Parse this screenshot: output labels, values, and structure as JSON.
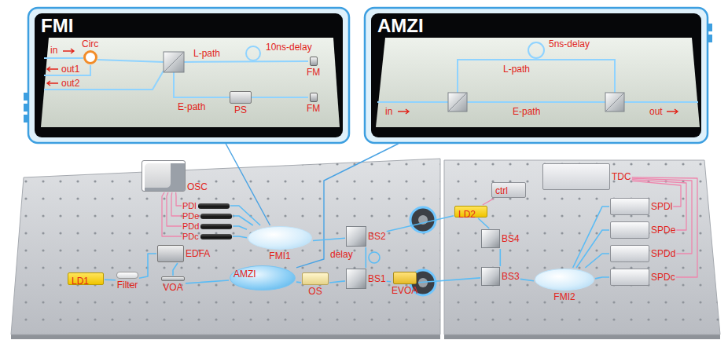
{
  "diagram": {
    "nodes": [
      {
        "text": [
          "FMI"
        ]
      },
      {
        "text": [
          "Circ"
        ],
        "in": 0
      },
      {
        "text": [
          "FM"
        ],
        "in": 0
      },
      {
        "text": [
          "PS"
        ],
        "in": 0
      },
      {
        "text": [
          "FM"
        ],
        "in": 0
      },
      {
        "text": [
          "AMZI"
        ]
      },
      {
        "text": [
          "OSC"
        ]
      },
      {
        "text": [
          "PDl"
        ]
      },
      {
        "text": [
          "PDe"
        ]
      },
      {
        "text": [
          "PDd"
        ]
      },
      {
        "text": [
          "PDc"
        ]
      },
      {
        "text": [
          "EDFA"
        ]
      },
      {
        "text": [
          "FMI1"
        ]
      },
      {
        "text": [
          "BS2"
        ]
      },
      {
        "text": [
          "LD1"
        ]
      },
      {
        "text": [
          "Filter"
        ]
      },
      {
        "text": [
          "VOA"
        ]
      },
      {
        "text": [
          "AMZI"
        ]
      },
      {
        "text": [
          "OS"
        ]
      },
      {
        "text": [
          "BS1"
        ]
      },
      {
        "text": [
          "EVOA"
        ]
      },
      {
        "text": [
          "LD2"
        ]
      },
      {
        "text": [
          "ctrl"
        ]
      },
      {
        "text": [
          "TDC"
        ]
      },
      {
        "text": [
          "BS4"
        ]
      },
      {
        "text": [
          "BS3"
        ]
      },
      {
        "text": [
          "FMI2"
        ]
      },
      {
        "text": [
          "SPDl"
        ]
      },
      {
        "text": [
          "SPDe"
        ]
      },
      {
        "text": [
          "SPDd"
        ]
      },
      {
        "text": [
          "SPDc"
        ]
      }
    ],
    "edges": [
      {
        "from": 12,
        "to": 0,
        "arrow": "none"
      },
      {
        "from": 17,
        "to": 5,
        "arrow": "none"
      },
      {
        "from": 14,
        "to": 15,
        "arrow": "none"
      },
      {
        "from": 15,
        "to": 11,
        "arrow": "none"
      },
      {
        "from": 11,
        "to": 16,
        "arrow": "none"
      },
      {
        "from": 16,
        "to": 17,
        "arrow": "none"
      },
      {
        "from": 17,
        "to": 18,
        "arrow": "none"
      },
      {
        "from": 18,
        "to": 19,
        "arrow": "none"
      },
      {
        "from": 19,
        "to": 20,
        "arrow": "none"
      },
      {
        "from": 19,
        "to": 13,
        "arrow": "none"
      },
      {
        "from": 13,
        "to": 12,
        "arrow": "none"
      },
      {
        "from": 12,
        "to": 7,
        "arrow": "none"
      },
      {
        "from": 12,
        "to": 8,
        "arrow": "none"
      },
      {
        "from": 12,
        "to": 9,
        "arrow": "none"
      },
      {
        "from": 12,
        "to": 10,
        "arrow": "none"
      },
      {
        "from": 7,
        "to": 6,
        "arrow": "none"
      },
      {
        "from": 8,
        "to": 6,
        "arrow": "none"
      },
      {
        "from": 9,
        "to": 6,
        "arrow": "none"
      },
      {
        "from": 10,
        "to": 6,
        "arrow": "none"
      },
      {
        "from": 13,
        "to": 21,
        "arrow": "none"
      },
      {
        "from": 20,
        "to": 25,
        "arrow": "none"
      },
      {
        "from": 22,
        "to": 21,
        "arrow": "none"
      },
      {
        "from": 21,
        "to": 24,
        "arrow": "none"
      },
      {
        "from": 24,
        "to": 25,
        "arrow": "none"
      },
      {
        "from": 25,
        "to": 26,
        "arrow": "none"
      },
      {
        "from": 26,
        "to": 27,
        "arrow": "none"
      },
      {
        "from": 26,
        "to": 28,
        "arrow": "none"
      },
      {
        "from": 26,
        "to": 29,
        "arrow": "none"
      },
      {
        "from": 26,
        "to": 30,
        "arrow": "none"
      },
      {
        "from": 27,
        "to": 23,
        "arrow": "none"
      },
      {
        "from": 28,
        "to": 23,
        "arrow": "none"
      },
      {
        "from": 29,
        "to": 23,
        "arrow": "none"
      },
      {
        "from": 30,
        "to": 23,
        "arrow": "none"
      }
    ],
    "labels": [
      "in",
      "out1",
      "out2",
      "L-path",
      "10ns-delay",
      "E-path",
      "5ns-delay",
      "L-path",
      "in",
      "E-path",
      "out",
      "delay"
    ]
  }
}
